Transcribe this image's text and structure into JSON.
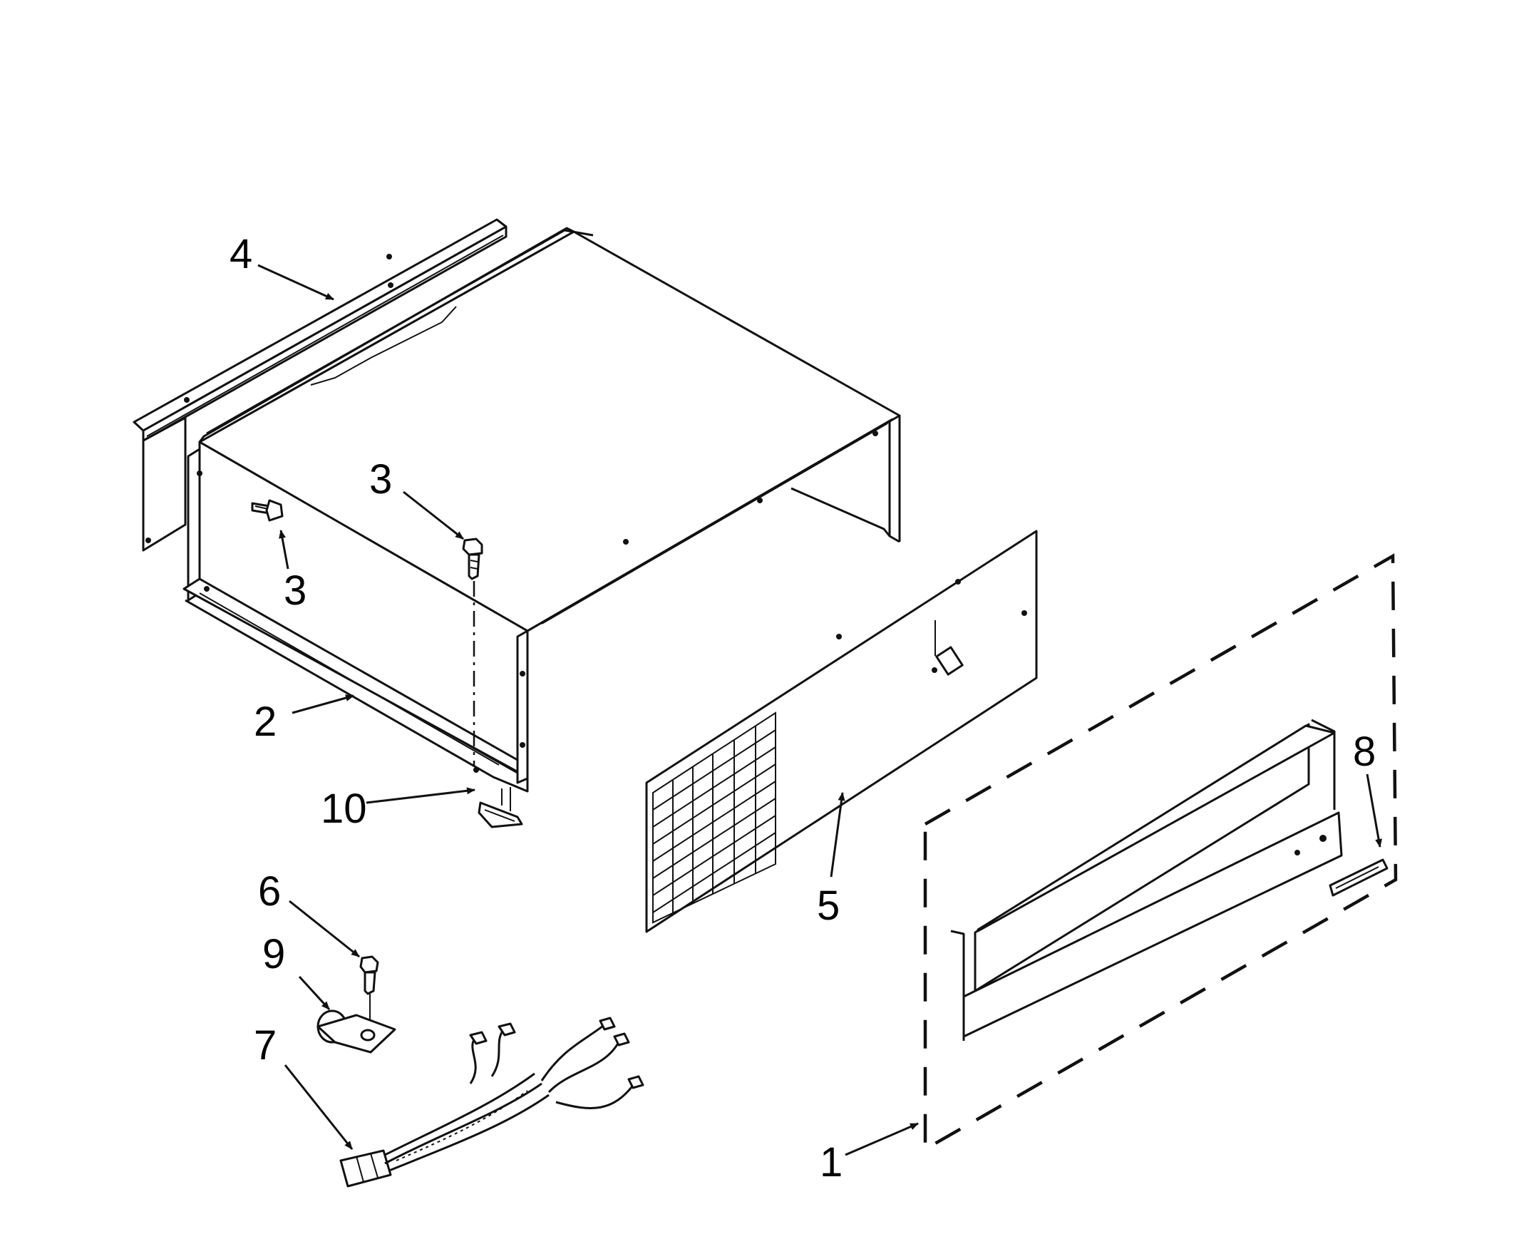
{
  "callouts": {
    "c1": "1",
    "c2": "2",
    "c3a": "3",
    "c3b": "3",
    "c4": "4",
    "c5": "5",
    "c6": "6",
    "c7": "7",
    "c8": "8",
    "c9": "9",
    "c10": "10"
  }
}
